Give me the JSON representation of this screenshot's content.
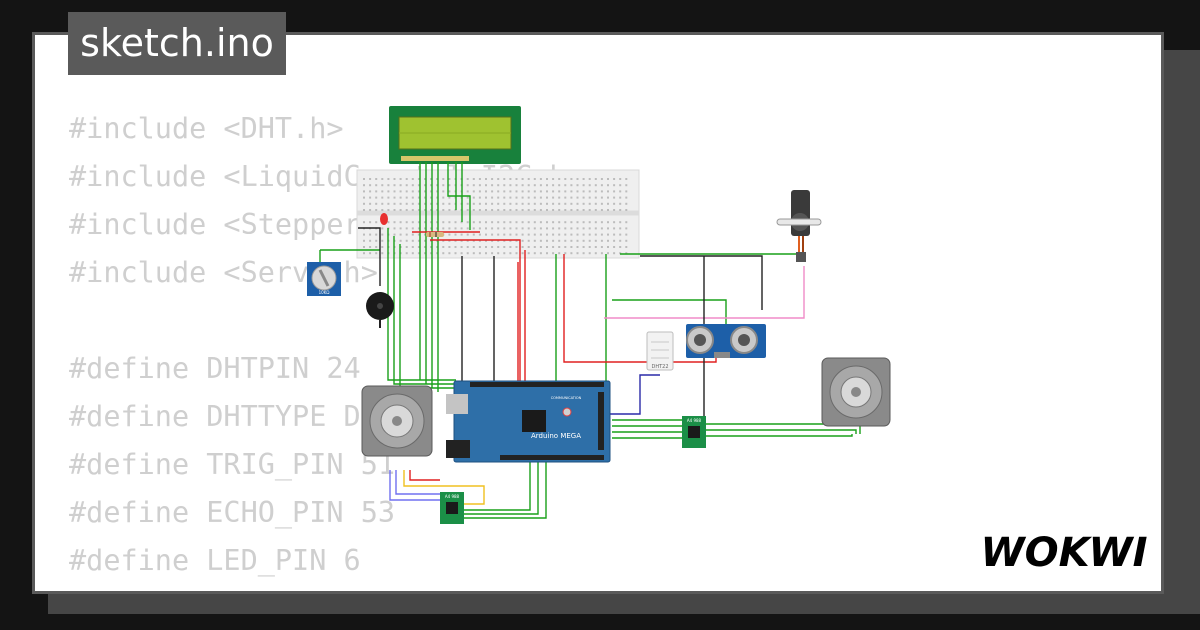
{
  "file_tab": {
    "name": "sketch.ino"
  },
  "code": {
    "lines": [
      "#include <DHT.h>",
      "#include <LiquidCrystal_I2C.h>",
      "#include <Stepper.h>",
      "#include <Servo.h>",
      "",
      "#define DHTPIN 24",
      "#define DHTTYPE DHT22",
      "#define TRIG_PIN 51",
      "#define ECHO_PIN 53",
      "#define LED_PIN 6"
    ]
  },
  "diagram": {
    "mega_label": "Arduino MEGA",
    "mega_small_label": "COMMUNICATION",
    "dht_label": "DHT22",
    "driver_label": "A4 988",
    "pot_label": "10KΩ"
  },
  "brand": {
    "name": "WOKWI"
  },
  "colors": {
    "background": "#141414",
    "card": "#ffffff",
    "tab": "#5a5a5a",
    "code_text": "#cfcfcf",
    "mega_board": "#2e6fa8",
    "lcd_bezel": "#18813c",
    "lcd_screen": "#9fc230",
    "driver_board": "#1b8f47",
    "wire_green": "#19a019",
    "wire_black": "#222222",
    "wire_red": "#e02020",
    "wire_pink": "#f08cc8"
  }
}
